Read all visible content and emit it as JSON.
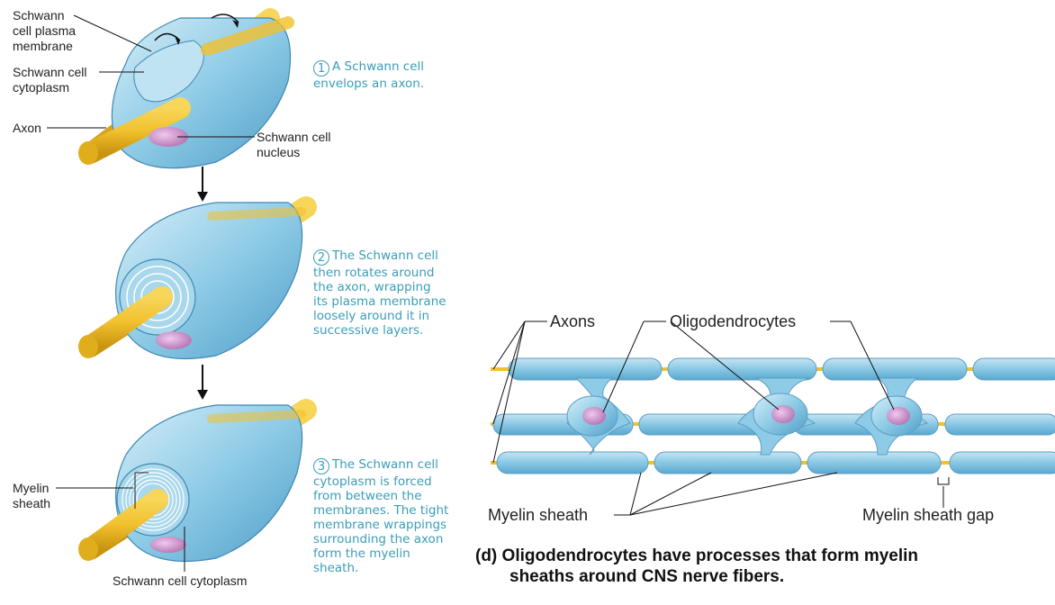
{
  "left_panel": {
    "labels": {
      "schwann_plasma_membrane": [
        "Schwann",
        "cell plasma",
        "membrane"
      ],
      "schwann_cytoplasm_top": [
        "Schwann cell",
        "cytoplasm"
      ],
      "axon": "Axon",
      "schwann_nucleus": [
        "Schwann cell",
        "nucleus"
      ],
      "myelin_sheath_left": [
        "Myelin",
        "sheath"
      ],
      "schwann_cytoplasm_bottom": "Schwann cell cytoplasm"
    },
    "steps": [
      {
        "number": "1",
        "lines": [
          "A Schwann cell",
          "envelops an axon."
        ]
      },
      {
        "number": "2",
        "lines": [
          "The Schwann cell",
          "then rotates around",
          "the axon, wrapping",
          "its plasma membrane",
          "loosely around it in",
          "successive layers."
        ]
      },
      {
        "number": "3",
        "lines": [
          "The Schwann cell",
          "cytoplasm is forced",
          "from between the",
          "membranes. The tight",
          "membrane wrappings",
          "surrounding the axon",
          "form the myelin",
          "sheath."
        ]
      }
    ]
  },
  "right_panel": {
    "labels": {
      "axons": "Axons",
      "oligodendrocytes": "Oligodendrocytes",
      "myelin_sheath": "Myelin sheath",
      "myelin_sheath_gap": "Myelin sheath gap"
    },
    "caption": {
      "line1": "(d) Oligodendrocytes have processes that form myelin",
      "line2": "sheaths around CNS nerve fibers."
    }
  },
  "colors": {
    "axon": "#f2c12e",
    "sheath": "#8ecbe6",
    "sheath_dark": "#4f9ec8",
    "nucleus": "#c98ec8",
    "step_text": "#3a9db8"
  }
}
